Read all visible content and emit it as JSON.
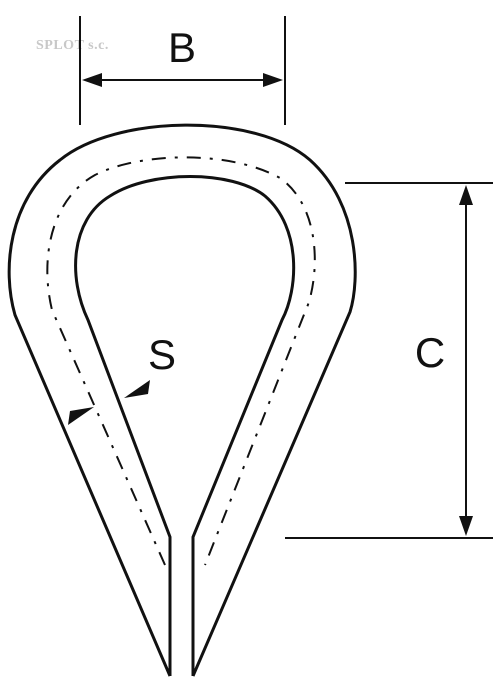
{
  "watermark": "SPLOT s.c.",
  "labels": {
    "b": "B",
    "c": "C",
    "s": "S"
  },
  "colors": {
    "line": "#111111",
    "background": "#ffffff",
    "watermark": "#c8c8c8"
  }
}
